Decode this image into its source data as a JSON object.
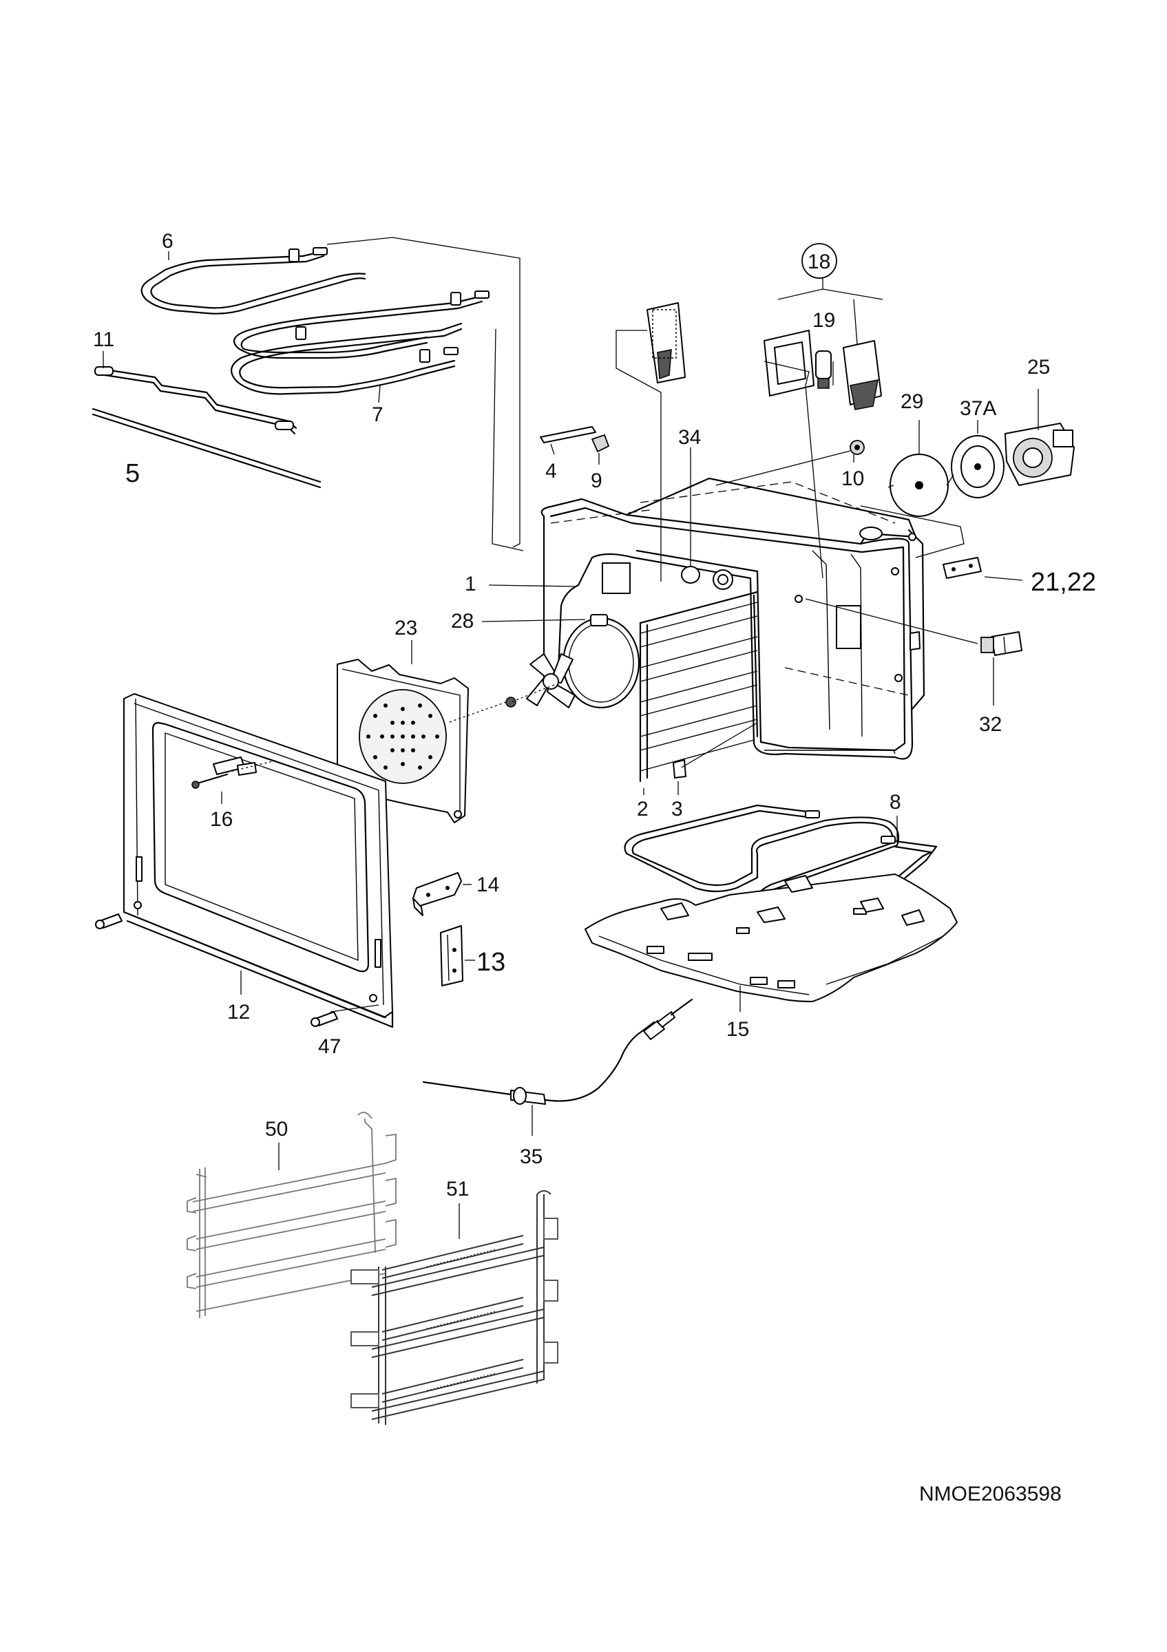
{
  "diagram": {
    "drawing_code": "NMOE2063598",
    "callouts": {
      "p1": "1",
      "p2": "2",
      "p3": "3",
      "p4": "4",
      "p5": "5",
      "p6": "6",
      "p7": "7",
      "p8": "8",
      "p9": "9",
      "p10": "10",
      "p11": "11",
      "p12": "12",
      "p13": "13",
      "p14": "14",
      "p15": "15",
      "p16": "16",
      "p18": "18",
      "p19": "19",
      "p21_22": "21,22",
      "p23": "23",
      "p25": "25",
      "p28": "28",
      "p29": "29",
      "p32": "32",
      "p34": "34",
      "p35": "35",
      "p37a": "37A",
      "p47": "47",
      "p50": "50",
      "p51": "51"
    }
  }
}
